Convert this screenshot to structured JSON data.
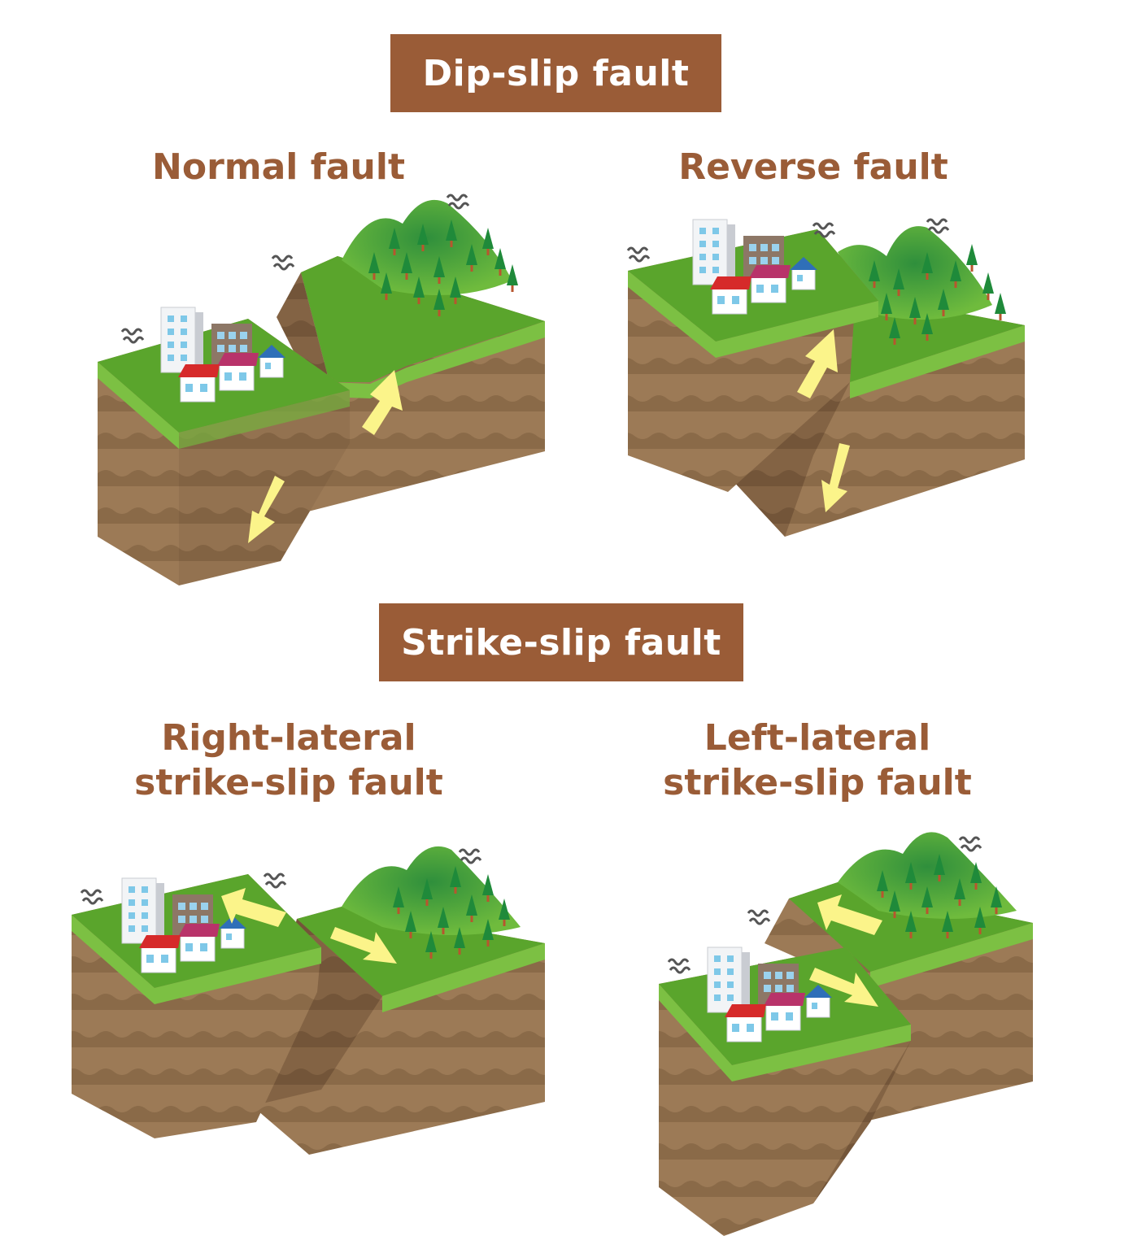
{
  "sections": {
    "dip_slip": {
      "title": "Dip-slip fault"
    },
    "strike_slip": {
      "title": "Strike-slip fault"
    }
  },
  "diagrams": {
    "normal": {
      "title": "Normal fault"
    },
    "reverse": {
      "title": "Reverse fault"
    },
    "right_lateral": {
      "title_line1": "Right-lateral",
      "title_line2": "strike-slip fault"
    },
    "left_lateral": {
      "title_line1": "Left-lateral",
      "title_line2": "strike-slip fault"
    }
  },
  "colors": {
    "banner": "#9a5c37",
    "label": "#9a5c37",
    "grass_top": "#5aa52c",
    "grass_side": "#7cc043",
    "soil": "#9c7a56",
    "soil_dark": "#7f6040",
    "arrow": "#fbf48a",
    "tree": "#1f8a3a"
  },
  "icons": {
    "arrow": "movement-arrow-icon",
    "tremor": "tremor-icon",
    "building": "building-icon",
    "house": "house-icon",
    "tree": "tree-icon"
  }
}
